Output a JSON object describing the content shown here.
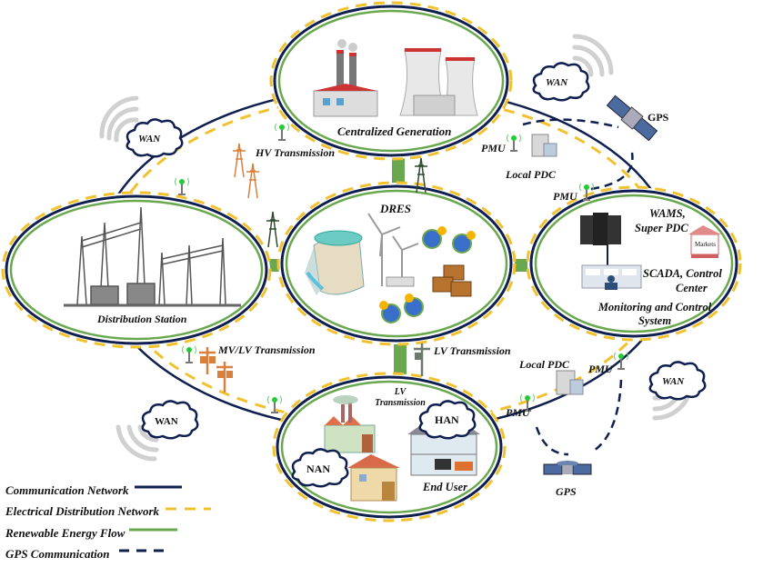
{
  "colors": {
    "communication": "#0f1f4f",
    "electrical": "#f2c12e",
    "renewable": "#6aa84f",
    "gps": "#0f1f4f",
    "signal_arc": "#cfcfcf",
    "tower_orange": "#d9803c",
    "tower_dark": "#2f4a2f",
    "pmu_green": "#22cc33"
  },
  "nodes": {
    "centralized": {
      "label": "Centralized Generation"
    },
    "distribution": {
      "label": "Distribution Station"
    },
    "dres": {
      "label": "DRES"
    },
    "monitoring": {
      "title": "Monitoring and Control System",
      "title_line1": "Monitoring and Control",
      "title_line2": "System",
      "wams_line1": "WAMS,",
      "wams_line2": "Super PDC",
      "scada_line1": "SCADA, Control",
      "scada_line2": "Center",
      "markets": "Markets"
    },
    "enduser": {
      "label": "End User",
      "lv_line1": "LV",
      "lv_line2": "Transmission",
      "han": "HAN",
      "nan": "NAN"
    }
  },
  "labels": {
    "hv_transmission": "HV Transmission",
    "mvlv_transmission": "MV/LV Transmission",
    "lv_transmission": "LV Transmission",
    "pmu": "PMU",
    "local_pdc": "Local PDC",
    "gps": "GPS",
    "wan": "WAN"
  },
  "legend": [
    {
      "label": "Communication Network",
      "style": "solid",
      "color_key": "communication"
    },
    {
      "label": "Electrical Distribution Network",
      "style": "dashed",
      "color_key": "electrical"
    },
    {
      "label": "Renewable Energy Flow",
      "style": "solid",
      "color_key": "renewable"
    },
    {
      "label": "GPS Communication",
      "style": "dashed",
      "color_key": "gps"
    }
  ]
}
